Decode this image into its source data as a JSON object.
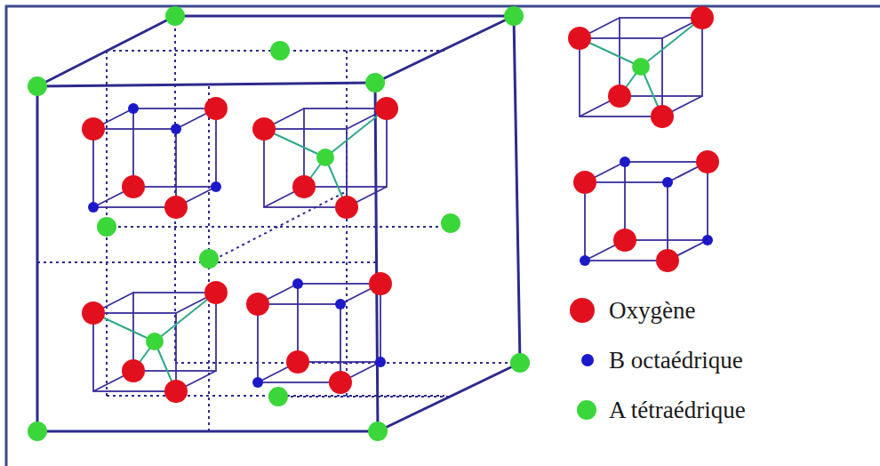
{
  "diagram": {
    "legend": [
      {
        "text": "Oxygène",
        "color": "#e2101e"
      },
      {
        "text": "B octaédrique",
        "color": "#1c19c8"
      },
      {
        "text": "A tétraédrique",
        "color": "#3ad63a"
      }
    ]
  }
}
